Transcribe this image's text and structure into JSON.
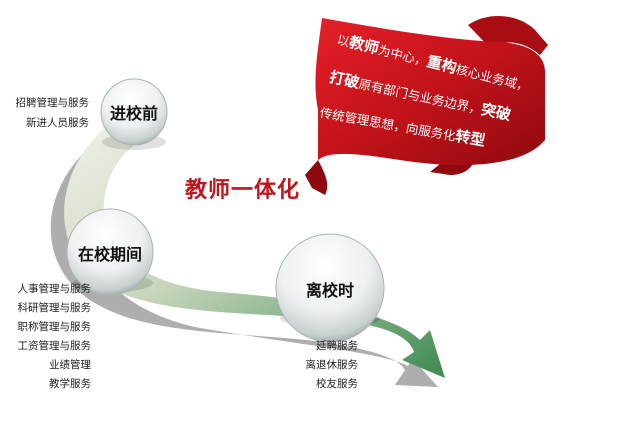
{
  "title": "教师一体化",
  "stages": {
    "before": {
      "label": "进校前",
      "items": [
        "招聘管理与服务",
        "新进人员服务"
      ]
    },
    "during": {
      "label": "在校期间",
      "items": [
        "人事管理与服务",
        "科研管理与服务",
        "职称管理与服务",
        "工资管理与服务",
        "业绩管理",
        "教学服务"
      ]
    },
    "after": {
      "label": "离校时",
      "items": [
        "延聘服务",
        "离退休服务",
        "校友服务"
      ]
    }
  },
  "banner": {
    "line1": {
      "a": "以",
      "b": "教师",
      "c": "为中心，",
      "d": "重构",
      "e": "核心业务域，"
    },
    "line2": {
      "a": "打破",
      "b": "原有部门与业务边界，",
      "c": "突破"
    },
    "line3": {
      "a": "传统管理思想，向服务化",
      "b": "转型"
    }
  },
  "colors": {
    "accent": "#c0141c",
    "ribbon": "#d4141d",
    "arrow_dark": "#3a8a52",
    "arrow_light": "#e4e8dc"
  }
}
